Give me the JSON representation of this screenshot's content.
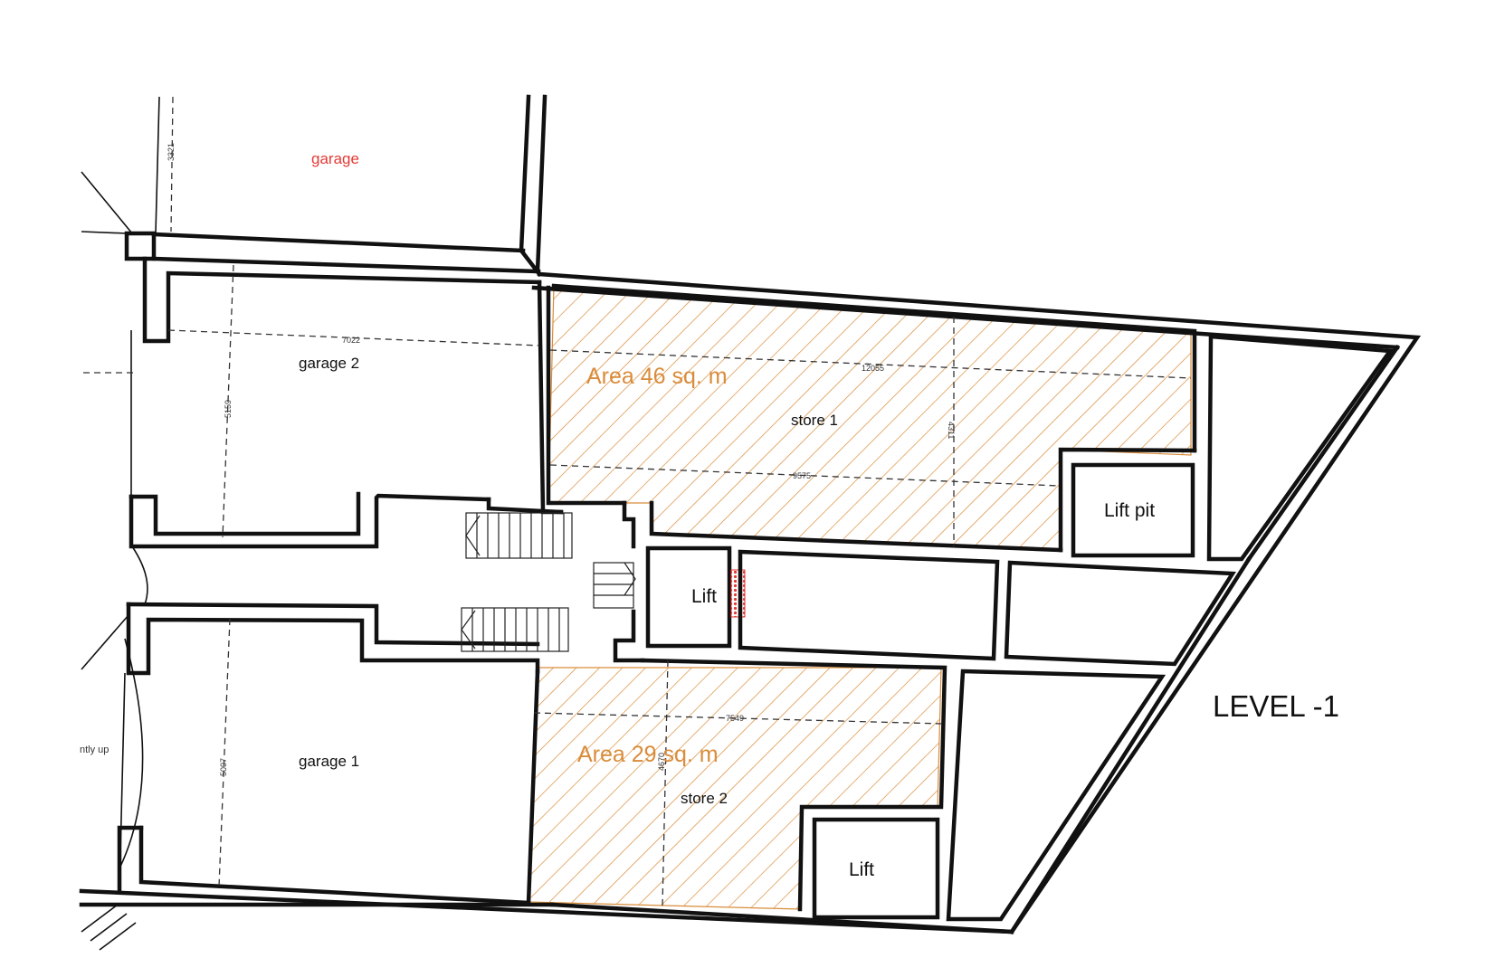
{
  "labels": {
    "garage_top": "garage",
    "garage_2": "garage 2",
    "garage_1": "garage 1",
    "store_1": "store 1",
    "store_2": "store 2",
    "area_store_1": "Area 46 sq. m",
    "area_store_2": "Area 29 sq. m",
    "lift_pit": "Lift pit",
    "lift_center": "Lift",
    "lift_bottom": "Lift",
    "level": "LEVEL -1",
    "ramp_note": "ntly up"
  },
  "dimensions": {
    "garage_top_depth": "3321",
    "garage_2_width": "7022",
    "garage_2_depth": "5159",
    "store_1_width_top": "12055",
    "store_1_width_bottom": "9575",
    "store_1_depth": "4311",
    "store_2_width": "7549",
    "store_2_depth": "4670",
    "garage_1_depth": "5007"
  },
  "colors": {
    "wall": "#111111",
    "hatch": "#d98c3a",
    "area_text": "#d98c3a",
    "garage_top_text": "#e53935",
    "lift_door_mark": "#e53935"
  }
}
